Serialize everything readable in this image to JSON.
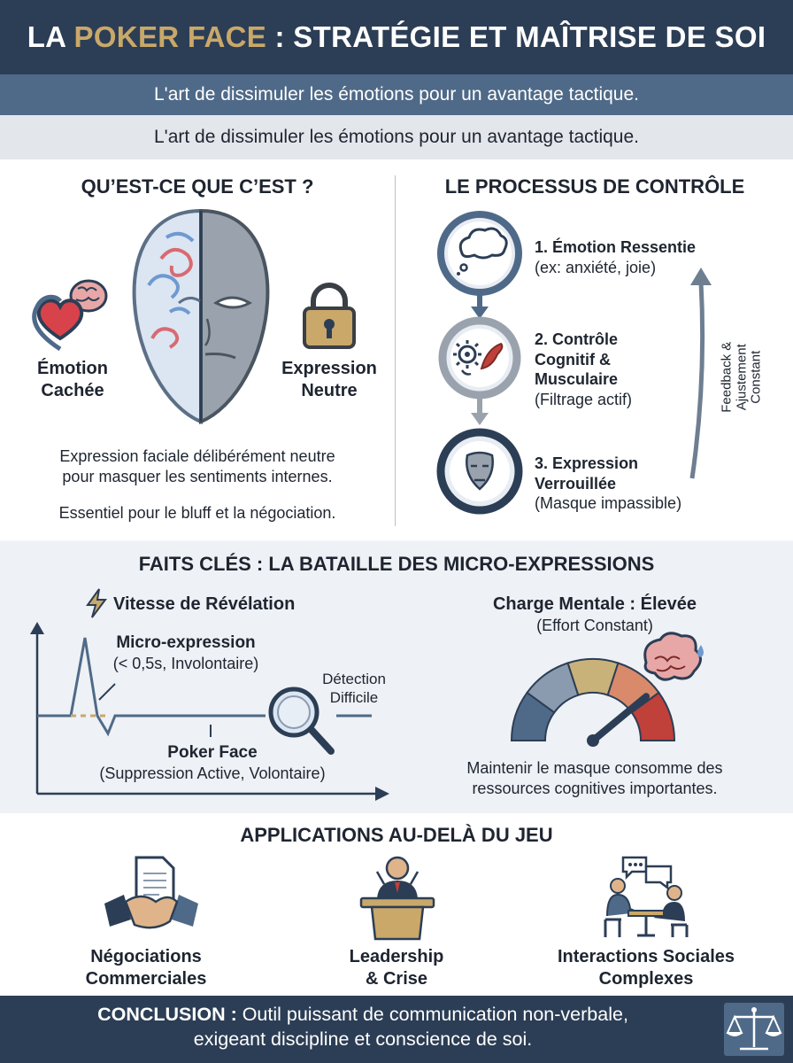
{
  "header": {
    "title_prefix": "LA ",
    "title_accent": "POKER FACE",
    "title_suffix": " : STRATÉGIE ET MAÎTRISE DE SOI",
    "subtitle_1": "L'art de dissimuler les émotions pour un avantage tactique.",
    "subtitle_2": "L'art de dissimuler les émotions pour un avantage tactique."
  },
  "what": {
    "title": "QU’EST-CE QUE C’EST ?",
    "left_label_1": "Émotion",
    "left_label_2": "Cachée",
    "right_label_1": "Expression",
    "right_label_2": "Neutre",
    "desc_1": "Expression faciale délibérément neutre",
    "desc_2": "pour masquer les sentiments internes.",
    "desc_3": "Essentiel pour le bluff et la négociation."
  },
  "process": {
    "title": "LE PROCESSUS DE CONTRÔLE",
    "steps": [
      {
        "title_1": "1. Émotion Ressentie",
        "title_2": "",
        "title_3": "",
        "sub": "(ex: anxiété, joie)"
      },
      {
        "title_1": "2. Contrôle",
        "title_2": "Cognitif &",
        "title_3": "Musculaire",
        "sub": "(Filtrage actif)"
      },
      {
        "title_1": "3. Expression",
        "title_2": "Verrouillée",
        "title_3": "",
        "sub": "(Masque impassible)"
      }
    ],
    "feedback_1": "Feedback &",
    "feedback_2": "Ajustement",
    "feedback_3": "Constant"
  },
  "facts": {
    "title": "FAITS CLÉS : LA BATAILLE DES MICRO-EXPRESSIONS",
    "speed_title": "Vitesse de Révélation",
    "micro_title": "Micro-expression",
    "micro_sub": "(< 0,5s, Involontaire)",
    "detect_1": "Détection",
    "detect_2": "Difficile",
    "poker_title": "Poker Face",
    "poker_sub": "(Suppression Active, Volontaire)",
    "load_title": "Charge Mentale : Élevée",
    "load_sub": "(Effort Constant)",
    "load_desc_1": "Maintenir le masque consomme des",
    "load_desc_2": "ressources cognitives importantes.",
    "gauge_level": 0.78,
    "gauge_colors": [
      "#4f6a88",
      "#8a9bb0",
      "#c9b27a",
      "#d98a6a",
      "#c0403a"
    ]
  },
  "applications": {
    "title": "APPLICATIONS AU-DELÀ DU JEU",
    "items": [
      {
        "label_1": "Négociations",
        "label_2": "Commerciales"
      },
      {
        "label_1": "Leadership",
        "label_2": "& Crise"
      },
      {
        "label_1": "Interactions Sociales",
        "label_2": "Complexes"
      }
    ]
  },
  "conclusion": {
    "lead": "CONCLUSION :",
    "text_1": " Outil puissant de communication non-verbale,",
    "text_2": "exigeant discipline et conscience de soi."
  },
  "colors": {
    "navy": "#2c3e55",
    "slate": "#4f6a88",
    "gold": "#c9a86a",
    "red": "#c0403a"
  }
}
